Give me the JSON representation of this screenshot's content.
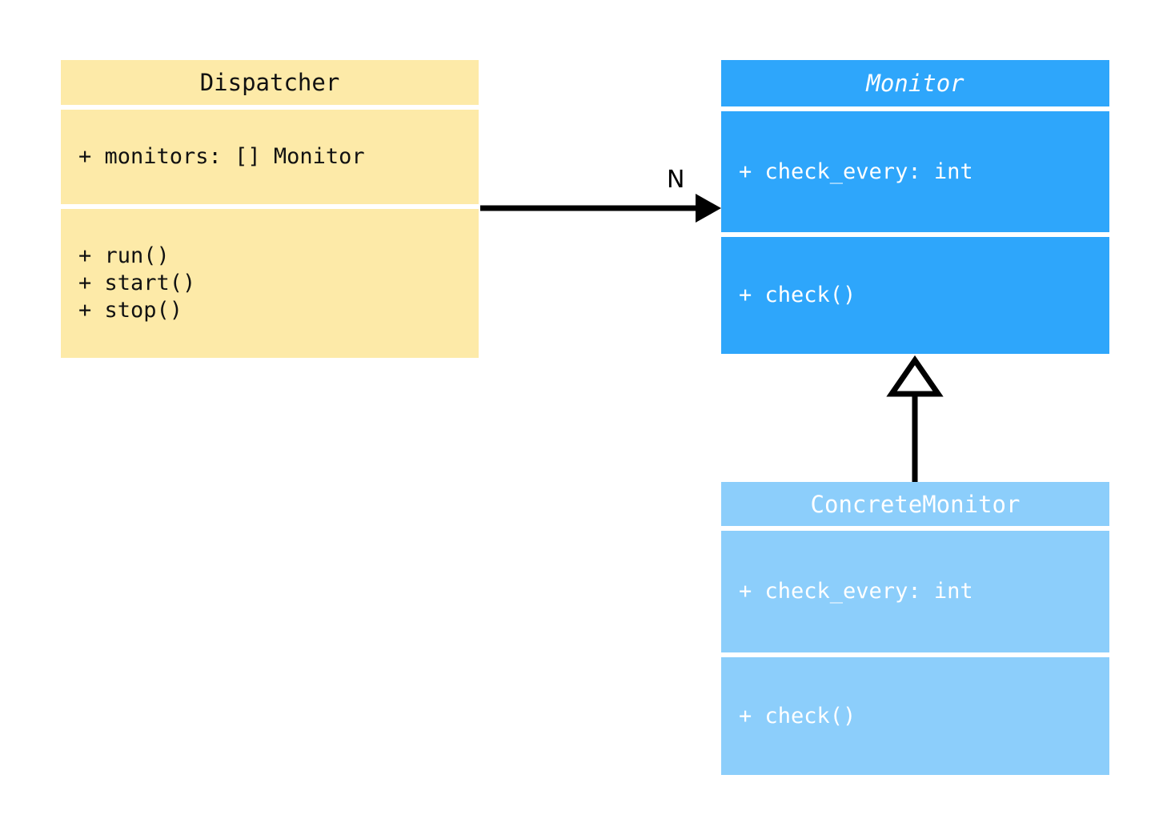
{
  "diagram": {
    "type": "uml-class-diagram",
    "background": "#ffffff",
    "classes": [
      {
        "id": "dispatcher",
        "name": "Dispatcher",
        "abstract": false,
        "fill": "#fdeaa8",
        "text_color": "#111111",
        "attributes": [
          "+ monitors: [] Monitor"
        ],
        "methods": [
          "+ run()",
          "+ start()",
          "+ stop()"
        ]
      },
      {
        "id": "monitor",
        "name": "Monitor",
        "abstract": true,
        "fill": "#2ea6fb",
        "text_color": "#ffffff",
        "attributes": [
          "+ check_every: int"
        ],
        "methods": [
          "+ check()"
        ]
      },
      {
        "id": "concrete_monitor",
        "name": "ConcreteMonitor",
        "abstract": false,
        "fill": "#8ccefb",
        "text_color": "#ffffff",
        "attributes": [
          "+ check_every: int"
        ],
        "methods": [
          "+ check()"
        ]
      }
    ],
    "relationships": [
      {
        "id": "dispatcher-monitor",
        "kind": "association",
        "from": "Dispatcher",
        "to": "Monitor",
        "label": "N",
        "arrow": "filled-arrowhead",
        "color": "#000000"
      },
      {
        "id": "concrete-monitor-monitor",
        "kind": "generalization",
        "from": "ConcreteMonitor",
        "to": "Monitor",
        "label": "",
        "arrow": "hollow-triangle",
        "color": "#000000"
      }
    ]
  },
  "dispatcher": {
    "title": "Dispatcher",
    "attr_0": "+ monitors: [] Monitor",
    "method_0": "+ run()",
    "method_1": "+ start()",
    "method_2": "+ stop()"
  },
  "monitor": {
    "title": "Monitor",
    "attr_0": "+ check_every: int",
    "method_0": "+ check()"
  },
  "concrete_monitor": {
    "title": "ConcreteMonitor",
    "attr_0": "+ check_every: int",
    "method_0": "+ check()"
  },
  "edges": {
    "association_multiplicity": "N"
  }
}
